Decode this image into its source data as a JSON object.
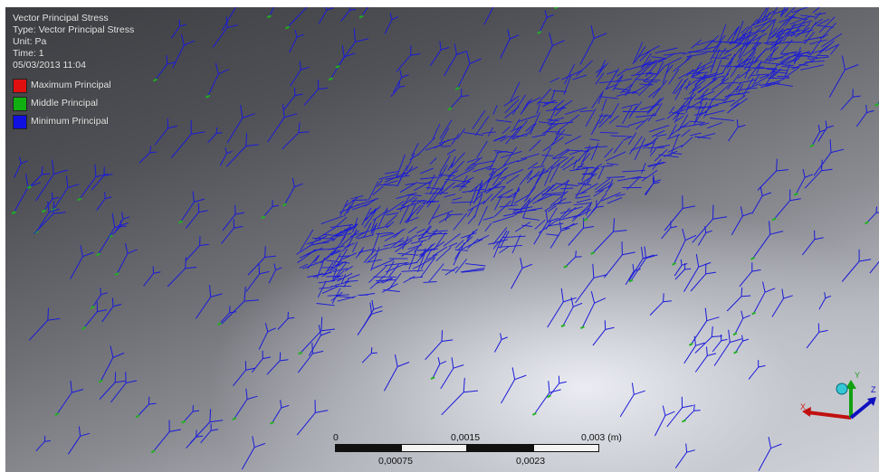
{
  "header": {
    "result_name": "Vector Principal Stress",
    "type_line": "Type: Vector Principal Stress",
    "unit_line": "Unit: Pa",
    "time_line": "Time: 1",
    "date_line": "05/03/2013 11:04"
  },
  "legend": [
    {
      "label": "Maximum Principal",
      "color": "#e01010"
    },
    {
      "label": "Middle Principal",
      "color": "#10b010"
    },
    {
      "label": "Minimum Principal",
      "color": "#1010e0"
    }
  ],
  "scale_bar": {
    "top_labels": [
      "0",
      "0,0015",
      "0,003 (m)"
    ],
    "bottom_labels": [
      "0,00075",
      "0,0023"
    ]
  },
  "triad": {
    "axis_labels": [
      "X",
      "Y",
      "Z"
    ],
    "x_color": "#c01010",
    "y_color": "#10a010",
    "z_color": "#1010c0"
  },
  "colors": {
    "vector_color": "#1a1ad8",
    "middle_vector_color": "#20b020"
  }
}
